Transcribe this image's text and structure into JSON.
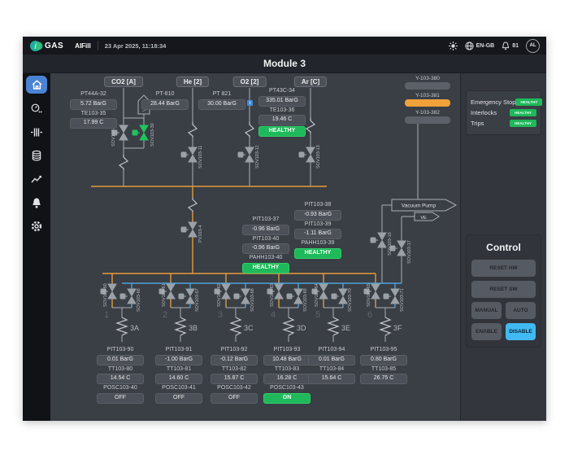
{
  "topbar": {
    "logo_text": "GAS",
    "app_name": "AIFill",
    "datetime": "23 Apr 2025, 11:18:34",
    "language": "EN-GB",
    "notification_count": "81",
    "avatar_initials": "AL"
  },
  "header": {
    "title": "Module 3"
  },
  "status_panel": {
    "items": [
      {
        "label": "Emergency Stop",
        "value": "HEALTHY"
      },
      {
        "label": "Interlocks",
        "value": "HEALTHY"
      },
      {
        "label": "Trips",
        "value": "HEALTHY"
      }
    ]
  },
  "control_panel": {
    "title": "Control",
    "reset_hw": "RESET HW",
    "reset_sw": "RESET SW",
    "manual": "MANUAL",
    "auto": "AUTO",
    "enable": "ENABLE",
    "disable": "DISABLE"
  },
  "y_indicators": [
    {
      "label": "Y-103-380",
      "state": "off"
    },
    {
      "label": "Y-103-381",
      "state": "on"
    },
    {
      "label": "Y-103-382",
      "state": "off"
    }
  ],
  "inlets": [
    {
      "name": "CO2 [A]",
      "r": [
        {
          "tag": "PT44A-32",
          "val": "5.72 BarG"
        },
        {
          "tag": "TE103-35",
          "val": "17.99 C"
        }
      ]
    },
    {
      "name": "He [2]",
      "r": [
        {
          "tag": "PT-810",
          "val": "28.44 BarG"
        }
      ]
    },
    {
      "name": "O2 [2]",
      "r": [
        {
          "tag": "PT 821",
          "val": "30.00 BarG"
        }
      ]
    },
    {
      "name": "Ar [C]",
      "r": [
        {
          "tag": "PT43C-34",
          "val": "335.01 BarG"
        },
        {
          "tag": "TE103-36",
          "val": "19.46 C"
        }
      ],
      "status": "HEALTHY"
    }
  ],
  "center_groups": [
    {
      "r": [
        {
          "tag": "PIT103-37",
          "val": "-0.96 BarG"
        },
        {
          "tag": "PIT103-40",
          "val": "-0.96 BarG"
        }
      ],
      "alarm_tag": "PAHH103-40",
      "alarm_val": "HEALTHY"
    },
    {
      "r": [
        {
          "tag": "PIT103-38",
          "val": "-0.93 BarG"
        },
        {
          "tag": "PIT103-39",
          "val": "-1.11 BarG"
        }
      ],
      "alarm_tag": "PAHH103-39",
      "alarm_val": "HEALTHY"
    }
  ],
  "stations": [
    {
      "id": "3A",
      "num": "1",
      "r": [
        {
          "tag": "PIT103-90",
          "val": "0.01 BarG"
        },
        {
          "tag": "TT103-80",
          "val": "14.54 C"
        },
        {
          "tag": "POSC103-40",
          "val": "OFF"
        }
      ]
    },
    {
      "id": "3B",
      "num": "2",
      "r": [
        {
          "tag": "PIT103-91",
          "val": "-1.00 BarG"
        },
        {
          "tag": "TT103-81",
          "val": "14.60 C"
        },
        {
          "tag": "POSC103-41",
          "val": "OFF"
        }
      ]
    },
    {
      "id": "3C",
      "num": "3",
      "r": [
        {
          "tag": "PIT103-92",
          "val": "-0.12 BarG"
        },
        {
          "tag": "TT103-82",
          "val": "15.87 C"
        },
        {
          "tag": "POSC103-42",
          "val": "OFF"
        }
      ]
    },
    {
      "id": "3D",
      "num": "4",
      "r": [
        {
          "tag": "PIT103-93",
          "val": "10.48 BarG"
        },
        {
          "tag": "TT103-83",
          "val": "16.28 C"
        },
        {
          "tag": "POSC103-43",
          "val": "ON"
        }
      ]
    },
    {
      "id": "3E",
      "num": "5",
      "r": [
        {
          "tag": "PIT103-94",
          "val": "0.01 BarG"
        },
        {
          "tag": "TT103-84",
          "val": "15.64 C"
        }
      ]
    },
    {
      "id": "3F",
      "num": "6",
      "r": [
        {
          "tag": "PIT103-95",
          "val": "0.80 BarG"
        },
        {
          "tag": "TT103-85",
          "val": "26.75 C"
        }
      ]
    }
  ],
  "valves": {
    "inlet": [
      "SOV103-10",
      "SOV103-30",
      "SOV103-11",
      "SOV103-12",
      "SOV103-13"
    ],
    "center": "PV103-4",
    "vacuum": [
      "SOV103-16",
      "SOV103-17"
    ],
    "station_gas": [
      "SOV103-60",
      "SOV103-61",
      "SOV103-62",
      "SOV103-63",
      "SOV103-64",
      "SOV103-65"
    ],
    "station_vac": [
      "SOV103-66",
      "SOV103-67",
      "SOV103-68",
      "SOV103-69",
      "SOV103-70",
      "SOV103-71"
    ]
  },
  "labels": {
    "vacuum_pump": "Vacuum Pump",
    "ve": "VE"
  },
  "colors": {
    "accent_blue": "#41b9f2",
    "healthy_green": "#1fb85a",
    "gas_line_orange": "#e39b3c",
    "vacuum_line_blue": "#4aa4d9"
  }
}
